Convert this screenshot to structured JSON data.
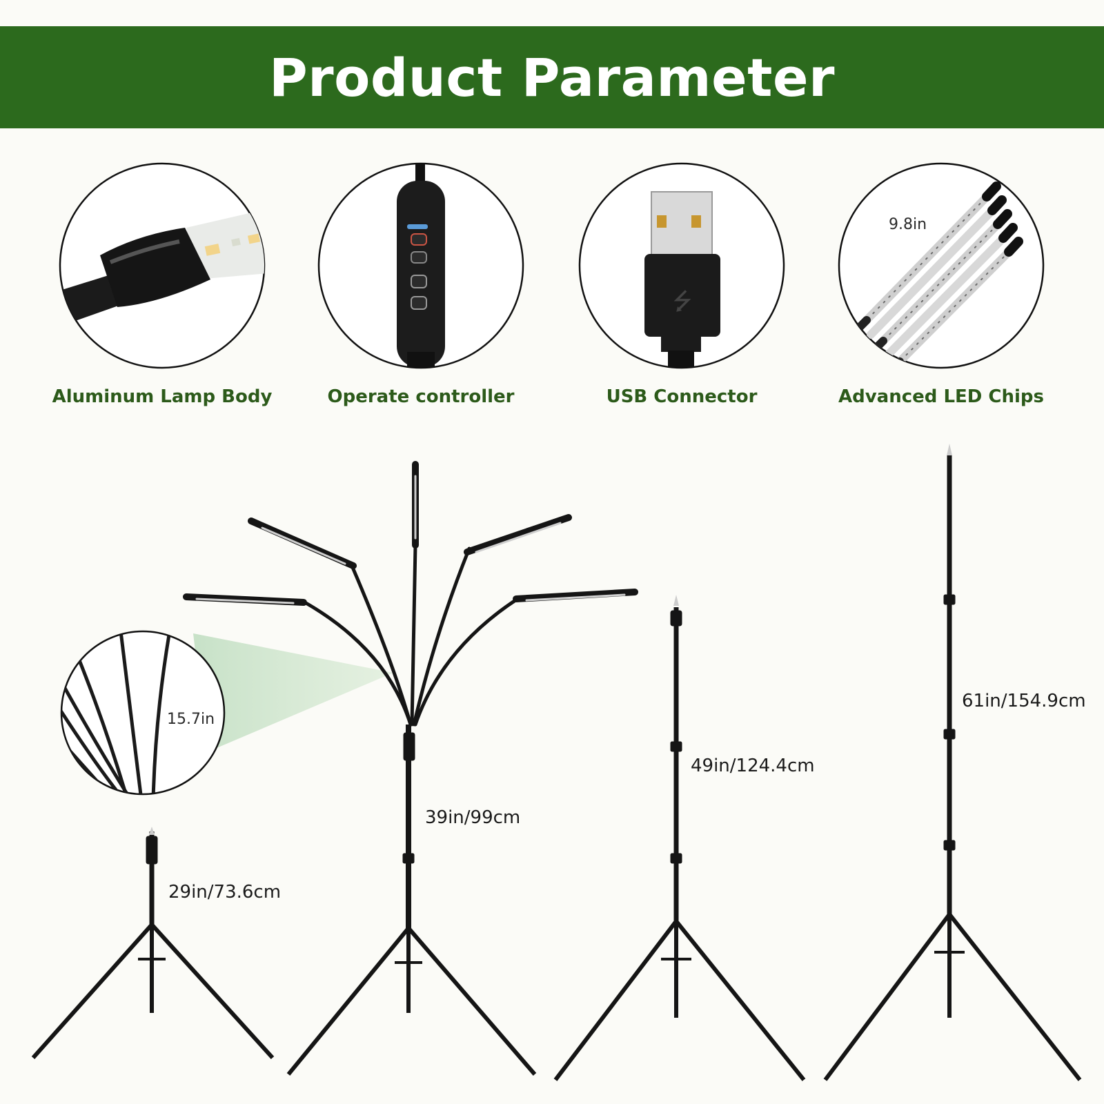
{
  "banner": {
    "title": "Product Parameter",
    "color": "#2c6a1d"
  },
  "features": [
    {
      "label": "Aluminum Lamp Body",
      "icon": "lamp-body-icon"
    },
    {
      "label": "Operate controller",
      "icon": "controller-icon"
    },
    {
      "label": "USB Connector",
      "icon": "usb-icon"
    },
    {
      "label": "Advanced LED Chips",
      "icon": "led-strips-icon"
    }
  ],
  "strip_length": "9.8in",
  "gooseneck_length": "15.7in",
  "heights": [
    {
      "label": "29in/73.6cm"
    },
    {
      "label": "39in/99cm"
    },
    {
      "label": "49in/124.4cm"
    },
    {
      "label": "61in/154.9cm"
    }
  ],
  "label_color": "#2c5a1a"
}
